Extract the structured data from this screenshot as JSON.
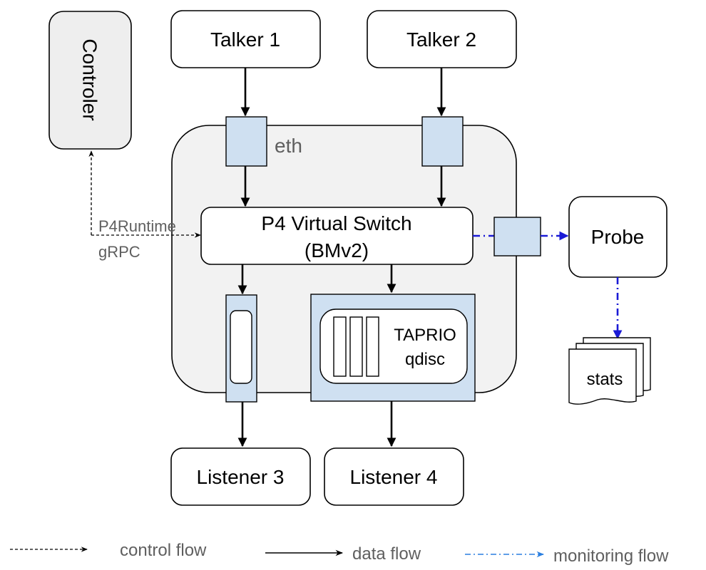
{
  "nodes": {
    "talker1": "Talker 1",
    "talker2": "Talker 2",
    "controller": "Controler",
    "host_label": "eth",
    "switch_line1": "P4 Virtual Switch",
    "switch_line2": "(BMv2)",
    "probe": "Probe",
    "stats": "stats",
    "taprio_line1": "TAPRIO",
    "taprio_line2": "qdisc",
    "listener3": "Listener 3",
    "listener4": "Listener 4"
  },
  "edge_labels": {
    "p4runtime": "P4Runtime",
    "grpc": "gRPC"
  },
  "legend": {
    "control": "control flow",
    "data": "data flow",
    "monitoring": "monitoring flow"
  },
  "colors": {
    "port_fill": "#cfe0f1",
    "host_fill": "#f2f2f2",
    "controller_fill": "#eeeeee",
    "monitoring_line": "#1a1ad6"
  }
}
